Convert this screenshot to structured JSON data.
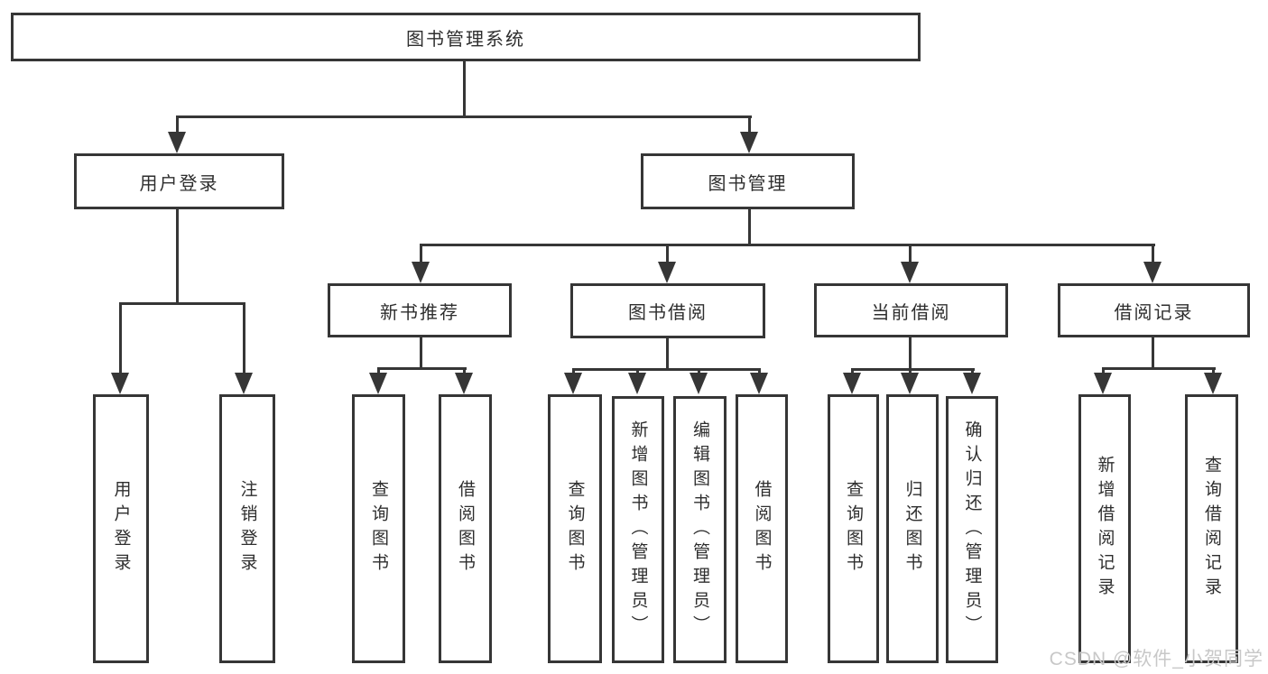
{
  "diagram": {
    "root": {
      "label": "图书管理系统",
      "children": [
        {
          "label": "用户登录",
          "children": [
            {
              "label": "用户登录"
            },
            {
              "label": "注销登录"
            }
          ]
        },
        {
          "label": "图书管理",
          "children": [
            {
              "label": "新书推荐",
              "children": [
                {
                  "label": "查询图书"
                },
                {
                  "label": "借阅图书"
                }
              ]
            },
            {
              "label": "图书借阅",
              "children": [
                {
                  "label": "查询图书"
                },
                {
                  "label": "新增图书（管理员）"
                },
                {
                  "label": "编辑图书（管理员）"
                },
                {
                  "label": "借阅图书"
                }
              ]
            },
            {
              "label": "当前借阅",
              "children": [
                {
                  "label": "查询图书"
                },
                {
                  "label": "归还图书"
                },
                {
                  "label": "确认归还（管理员）"
                }
              ]
            },
            {
              "label": "借阅记录",
              "children": [
                {
                  "label": "新增借阅记录"
                },
                {
                  "label": "查询借阅记录"
                }
              ]
            }
          ]
        }
      ]
    }
  },
  "watermark": {
    "text": "CSDN @软件_小贺同学"
  },
  "colors": {
    "line": "#363636",
    "text": "#2e2e2e",
    "background": "#ffffff",
    "watermark": "#c8c8c8"
  }
}
